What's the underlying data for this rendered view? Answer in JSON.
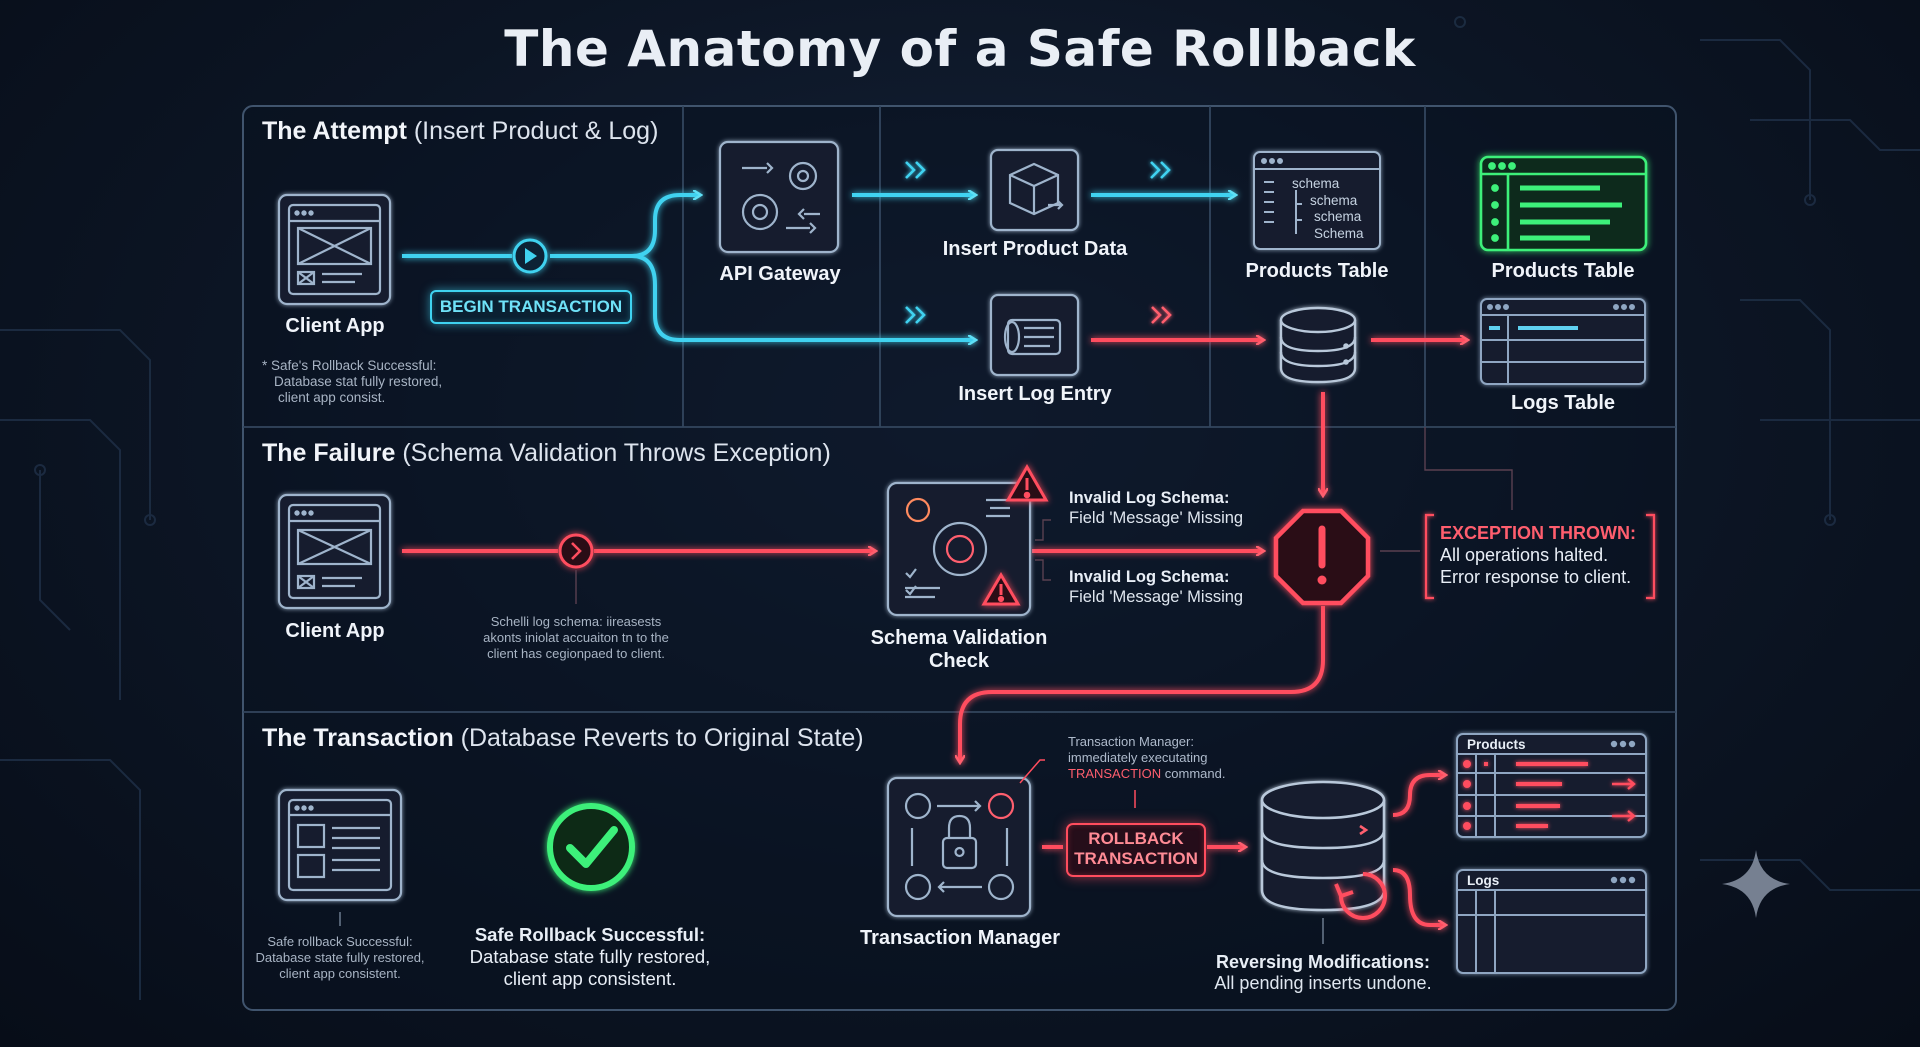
{
  "title": "The Anatomy of a Safe Rollback",
  "sections": {
    "attempt": {
      "bold": "The Attempt",
      "sub": "(Insert Product & Log)"
    },
    "failure": {
      "bold": "The Failure",
      "sub": "(Schema Validation Throws Exception)"
    },
    "transaction": {
      "bold": "The Transaction",
      "sub": "(Database Reverts to Original State)"
    }
  },
  "attempt": {
    "client_app": "Client App",
    "begin_transaction": "BEGIN TRANSACTION",
    "note_lines": [
      "* Safe's Rollback Successful:",
      "Database stat fully restored,",
      "client app consist."
    ],
    "api_gateway": "API Gateway",
    "insert_product": "Insert Product Data",
    "insert_log": "Insert Log Entry",
    "products_table_schema": "Products Table",
    "schema_lines": [
      "schema",
      "schema",
      "schema",
      "Schema"
    ],
    "products_table": "Products Table",
    "logs_table": "Logs Table"
  },
  "failure": {
    "client_app": "Client App",
    "note_lines": [
      "Schelli log schema: iireasests",
      "akonts iniolat accuaiton tn to the",
      "client has cegionpaed to client."
    ],
    "schema_check_line1": "Schema Validation",
    "schema_check_line2": "Check",
    "error1_line1": "Invalid Log Schema:",
    "error1_line2": "Field 'Message' Missing",
    "error2_line1": "Invalid Log Schema:",
    "error2_line2": "Field 'Message' Missing",
    "exception_title": "EXCEPTION THROWN:",
    "exception_line1": "All operations halted.",
    "exception_line2": "Error response to client."
  },
  "transaction": {
    "note_lines": [
      "Safe rollback Successful:",
      "Database state fully restored,",
      "client app consistent."
    ],
    "success_line1": "Safe Rollback Successful:",
    "success_line2": "Database state fully restored,",
    "success_line3": "client app consistent.",
    "manager": "Transaction Manager",
    "manager_note1": "Transaction Manager:",
    "manager_note2": "immediately executating",
    "manager_note3_red": "TRANSACTION",
    "manager_note3_rest": " command.",
    "rollback_line1": "ROLLBACK",
    "rollback_line2": "TRANSACTION",
    "reversing_title": "Reversing Modifications:",
    "reversing_sub": "All pending inserts undone.",
    "products_label": "Products",
    "logs_label": "Logs"
  },
  "colors": {
    "cyan": "#3fd2f0",
    "red": "#ff4d5e",
    "green": "#3df07a",
    "frame": "#4a5f7a"
  }
}
